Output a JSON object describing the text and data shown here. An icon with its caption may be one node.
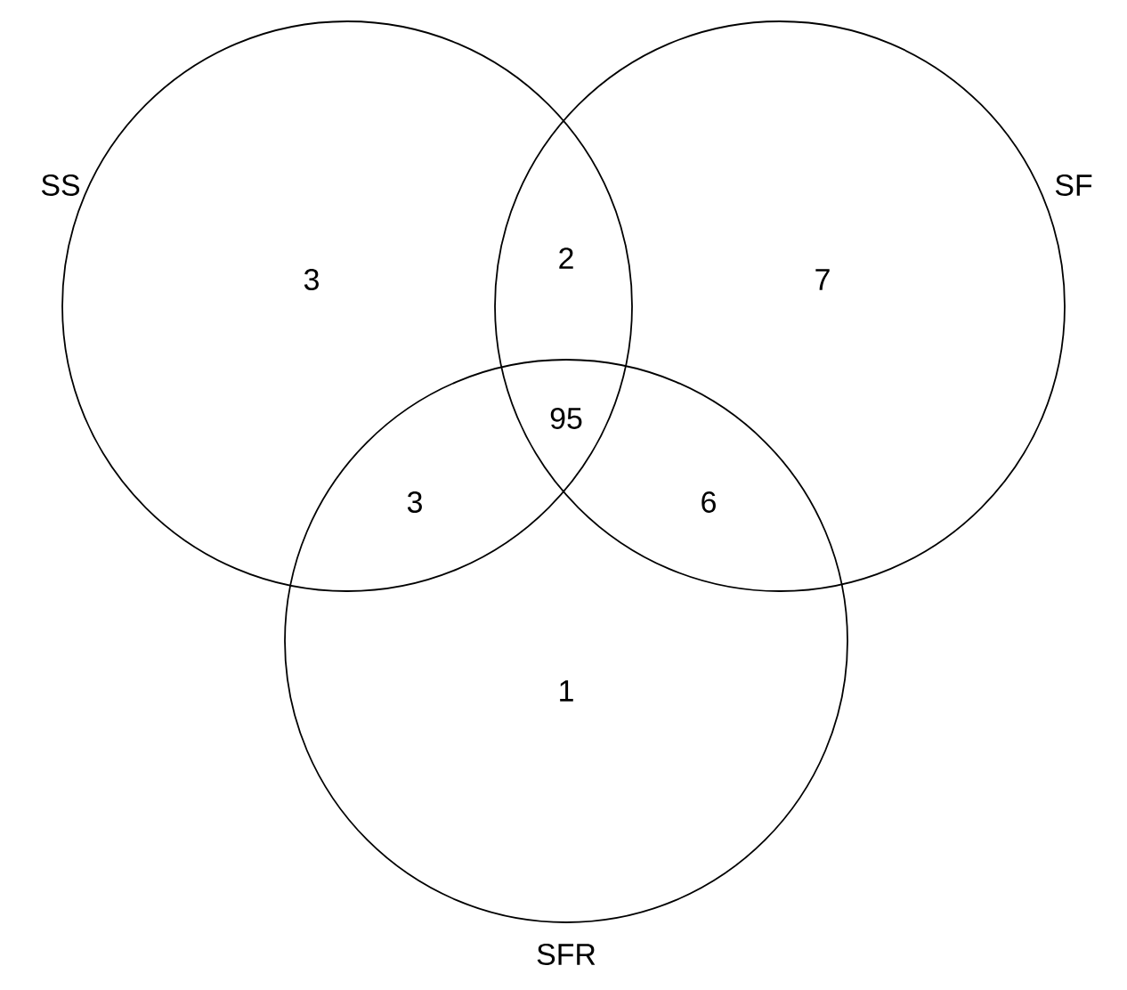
{
  "diagram": {
    "nodes": [
      {
        "text": [
          "SS"
        ]
      },
      {
        "text": [
          "SF"
        ]
      },
      {
        "text": [
          "SFR"
        ]
      }
    ],
    "labels": [
      "3",
      "2",
      "7",
      "95",
      "3",
      "6",
      "1"
    ]
  }
}
